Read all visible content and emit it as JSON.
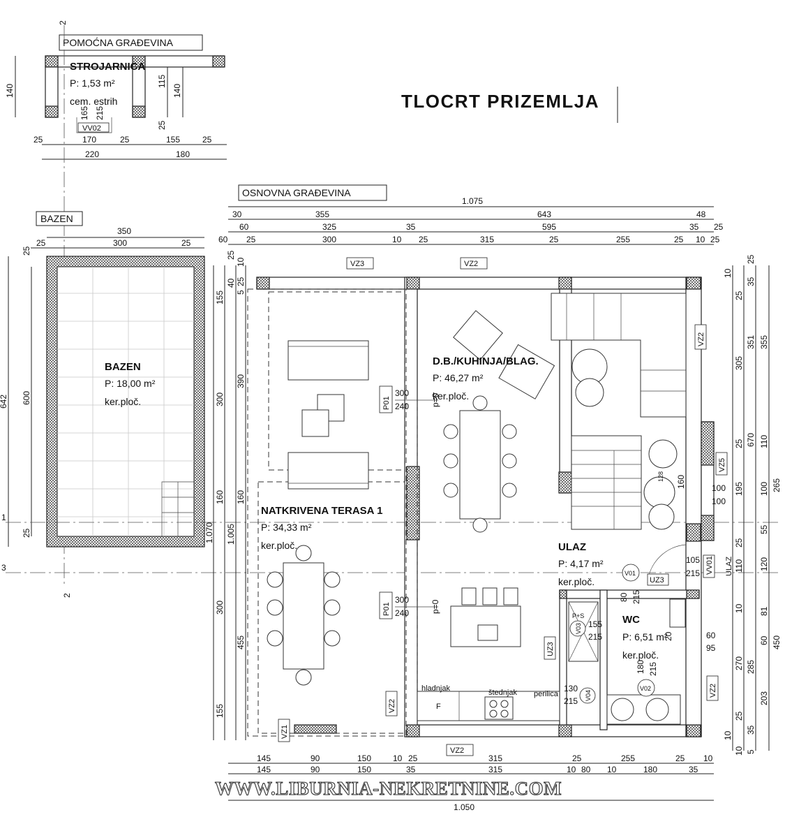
{
  "title": "TLOCRT PRIZEMLJA",
  "buildings": {
    "auxiliary": "POMOĆNA GRAĐEVINA",
    "main": "OSNOVNA GRAĐEVINA",
    "pool_tag": "BAZEN"
  },
  "rooms": {
    "machine": {
      "name": "STROJARNICA",
      "area": "P: 1,53 m²",
      "floor": "cem. estrih"
    },
    "pool": {
      "name": "BAZEN",
      "area": "P: 18,00 m²",
      "floor": "ker.ploč."
    },
    "living": {
      "name": "D.B./KUHINJA/BLAG.",
      "area": "P: 46,27 m²",
      "floor": "ker.ploč."
    },
    "terrace": {
      "name": "NATKRIVENA TERASA 1",
      "area": "P: 34,33 m²",
      "floor": "ker.ploč."
    },
    "entrance": {
      "name": "ULAZ",
      "area": "P: 4,17 m²",
      "floor": "ker.ploč."
    },
    "wc": {
      "name": "WC",
      "area": "P: 6,51 m²",
      "floor": "ker.ploč."
    }
  },
  "tags": {
    "vv02": "VV02",
    "vv01": "VV01",
    "vz3": "VZ3",
    "vz2": "VZ2",
    "vz5": "VZ5",
    "uz3": "UZ3",
    "vz1": "VZ1",
    "p01": "P01",
    "v01": "V01",
    "v02": "V02",
    "v03": "V03",
    "v04": "V04",
    "ulaz": "ULAZ"
  },
  "appliances": {
    "fridge": "hladnjak",
    "stove": "štednjak",
    "washer": "perilica",
    "ps": "P+S",
    "f": "F"
  },
  "watermark": "WWW.LIBURNIA-NEKRETNINE.COM",
  "axes": {
    "a1": "1",
    "a2": "2",
    "a3": "3"
  },
  "dims": {
    "top1": {
      "left": "30",
      "mid1": "355",
      "mid2": "643",
      "right": "48",
      "total": "1.075"
    },
    "top2": [
      "60",
      "325",
      "35",
      "595",
      "35",
      "25"
    ],
    "top3": [
      "60",
      "25",
      "300",
      "10",
      "25",
      "315",
      "25",
      "255",
      "25",
      "10",
      "25"
    ],
    "pool": {
      "w": "350",
      "inner": "300",
      "l": "25",
      "r": "25",
      "h": "642",
      "hi": "600",
      "b": "25",
      "ht": "25"
    },
    "aux": [
      "140",
      "115",
      "140",
      "25",
      "165",
      "215",
      "25",
      "170",
      "25",
      "155",
      "25",
      "220",
      "180"
    ],
    "left": [
      "25",
      "40",
      "10",
      "25",
      "5",
      "155",
      "390",
      "300",
      "160",
      "1.070",
      "1.005",
      "160",
      "300",
      "455",
      "155"
    ],
    "right": [
      "10",
      "25",
      "25",
      "35",
      "305",
      "351",
      "355",
      "25",
      "110",
      "670",
      "195",
      "100",
      "265",
      "55",
      "25",
      "110",
      "120",
      "10",
      "81",
      "60",
      "270",
      "285",
      "450",
      "203",
      "25",
      "10",
      "10",
      "35",
      "5"
    ],
    "bottom1": [
      "145",
      "90",
      "150",
      "10",
      "25",
      "315",
      "25",
      "255",
      "25",
      "10"
    ],
    "bottom2": [
      "145",
      "90",
      "150",
      "35",
      "315",
      "10",
      "80",
      "10",
      "180",
      "35"
    ],
    "bottom_total": "1.050",
    "inner": {
      "p01a": "300",
      "p01b": "240",
      "p0": "p=0",
      "p01c": "300",
      "p01d": "240",
      "p0b": "p=0",
      "st1": "128",
      "st2": "160",
      "st3": "100",
      "st4": "100",
      "wc1": "155",
      "wc2": "215",
      "wc3": "80",
      "wc4": "215",
      "wc5": "60",
      "wc6": "95",
      "wc7": "180",
      "wc8": "215",
      "wc9": "130",
      "wc10": "215",
      "door1": "105",
      "door2": "215",
      "wc11": "20"
    }
  }
}
